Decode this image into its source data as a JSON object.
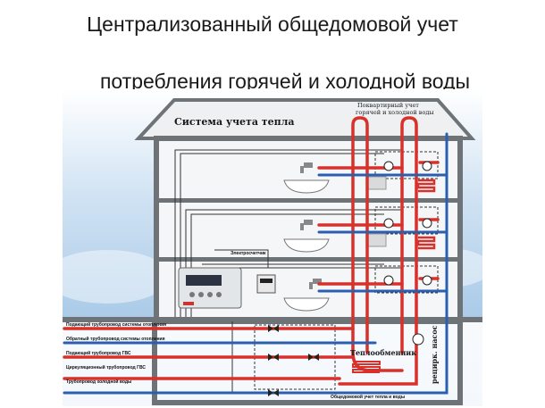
{
  "title": {
    "line1": "Централизованный  общедомовой  учет",
    "line2": "потребления горячей и холодной воды"
  },
  "diagram": {
    "roof_label": "Система учета тепла",
    "apartment_meter_label_1": "Поквартирный учет",
    "apartment_meter_label_2": "горячей и холодной воды",
    "electric_meter_label": "Электросчетчик",
    "heat_exchanger_label": "Теплообменник",
    "pump_label": "рецирк. насос",
    "building_meter_label": "Общедомовой учет тепла и воды",
    "pipes": [
      "Подающий трубопровод системы отопления",
      "Обратный трубопровод системы отопления",
      "Подающий трубопровод ГВС",
      "Циркуляционный трубопровод ГВС",
      "Трубопровод холодной воды"
    ],
    "colors": {
      "hot": "#d9302a",
      "cold": "#2a5fb0",
      "signal": "#333333",
      "wall": "#6e7378",
      "roof": "#f0f1f2",
      "sky": "#9cc3e6"
    }
  }
}
